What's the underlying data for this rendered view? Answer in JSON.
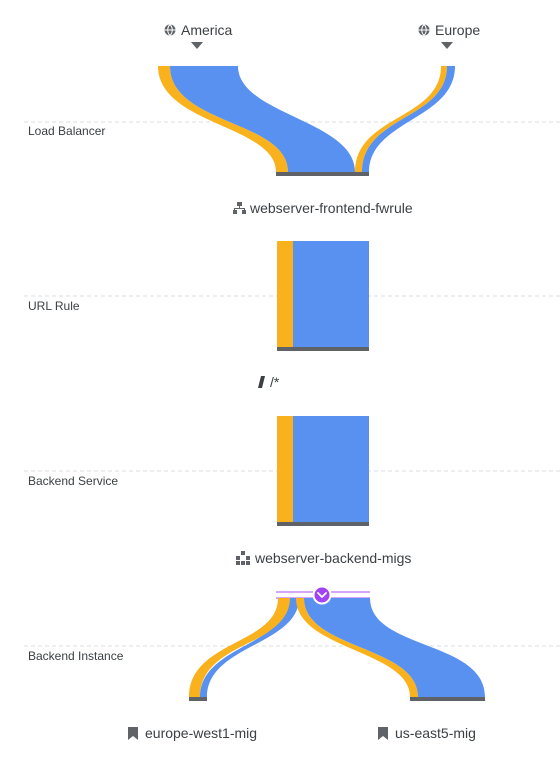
{
  "sources": {
    "america": {
      "label": "America",
      "icon": "globe-icon"
    },
    "europe": {
      "label": "Europe",
      "icon": "globe-icon"
    }
  },
  "tiers": {
    "load_balancer": "Load Balancer",
    "url_rule": "URL Rule",
    "backend_service": "Backend Service",
    "backend_instance": "Backend Instance"
  },
  "nodes": {
    "forwarding_rule": {
      "label": "webserver-frontend-fwrule",
      "icon": "forwarding-rule-icon"
    },
    "url_path": {
      "label": "/*",
      "icon": "url-path-icon"
    },
    "backend_service": {
      "label": "webserver-backend-migs",
      "icon": "backend-service-icon"
    },
    "instance_group_1": {
      "label": "europe-west1-mig",
      "icon": "bookmark-icon"
    },
    "instance_group_2": {
      "label": "us-east5-mig",
      "icon": "bookmark-icon"
    }
  },
  "colors": {
    "america_flow": "#f9b21e",
    "europe_flow": "#5891f0",
    "node_bar": "#5f6368",
    "divider": "#dadce0",
    "expand_badge": "#a142f4"
  }
}
